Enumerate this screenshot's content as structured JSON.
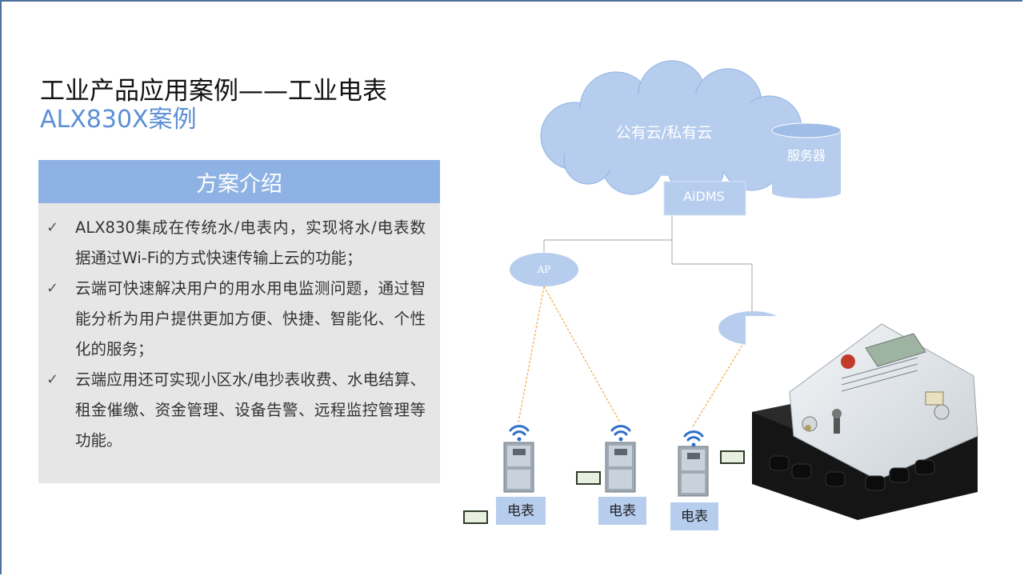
{
  "title": "工业产品应用案例——工业电表",
  "subtitle": "ALX830X案例",
  "panel": {
    "header": "方案介绍",
    "bullets": [
      "ALX830集成在传统水/电表内，实现将水/电表数据通过Wi-Fi的方式快速传输上云的功能；",
      "云端可快速解决用户的用水用电监测问题，通过智能分析为用户提供更加方便、快捷、智能化、个性化的服务；",
      "云端应用还可实现小区水/电抄表收费、水电结算、租金催缴、资金管理、设备告警、远程监控管理等功能。"
    ]
  },
  "diagram": {
    "cloud_label": "公有云/私有云",
    "server_label": "服务器",
    "platform_label": "AiDMS",
    "ap_label": "AP",
    "meter_label": "电表",
    "colors": {
      "accent": "#8eb2e3",
      "cloud": "#b7cdee",
      "wire": "#f2a84a",
      "line": "#b5b5b5"
    }
  }
}
